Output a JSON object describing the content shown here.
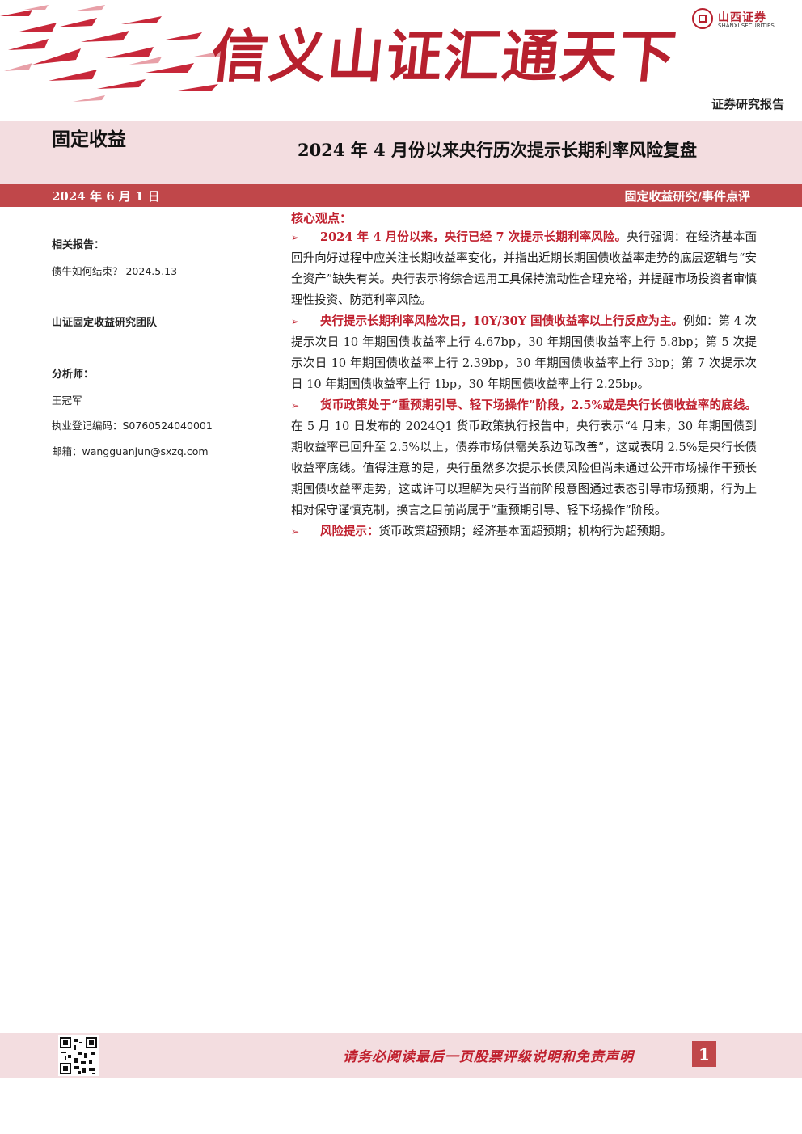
{
  "header": {
    "slogan": "信义山证汇通天下",
    "logo_cn": "山西证券",
    "logo_en": "SHANXI SECURITIES",
    "doc_type": "证券研究报告",
    "accent_color": "#b7202e"
  },
  "title_band": {
    "section": "固定收益",
    "report_title": "2024 年 4 月份以来央行历次提示长期利率风险复盘"
  },
  "date_bar": {
    "date": "2024 年 6 月 1 日",
    "category": "固定收益研究/事件点评",
    "color": "#c0474a"
  },
  "sidebar": {
    "related_label": "相关报告：",
    "related_report": "债牛如何结束？ 2024.5.13",
    "team": "山证固定收益研究团队",
    "analyst_label": "分析师：",
    "analyst_name": "王冠军",
    "license": "执业登记编码：S0760524040001",
    "email": "邮箱：wangguanjun@sxzq.com"
  },
  "main": {
    "heading": "核心观点：",
    "bullet_icon": "arrow-right-icon",
    "points": [
      {
        "highlight": "2024 年 4 月份以来，央行已经 7 次提示长期利率风险。",
        "body": "央行强调：在经济基本面回升向好过程中应关注长期收益率变化，并指出近期长期国债收益率走势的底层逻辑与“安全资产”缺失有关。央行表示将综合运用工具保持流动性合理充裕，并提醒市场投资者审慎理性投资、防范利率风险。"
      },
      {
        "highlight": "央行提示长期利率风险次日，10Y/30Y 国债收益率以上行反应为主。",
        "body": "例如：第 4 次提示次日 10 年期国债收益率上行 4.67bp，30 年期国债收益率上行 5.8bp；第 5 次提示次日 10 年期国债收益率上行 2.39bp，30 年期国债收益率上行 3bp；第 7 次提示次日 10 年期国债收益率上行 1bp，30 年期国债收益率上行 2.25bp。"
      },
      {
        "highlight": "货币政策处于“重预期引导、轻下场操作”阶段，2.5%或是央行长债收益率的底线。",
        "body": "在 5 月 10 日发布的 2024Q1 货币政策执行报告中，央行表示“4 月末，30 年期国债到期收益率已回升至 2.5%以上，债券市场供需关系边际改善”，这或表明 2.5%是央行长债收益率底线。值得注意的是，央行虽然多次提示长债风险但尚未通过公开市场操作干预长期国债收益率走势，这或许可以理解为央行当前阶段意图通过表态引导市场预期，行为上相对保守谨慎克制，换言之目前尚属于“重预期引导、轻下场操作”阶段。"
      },
      {
        "highlight": "风险提示：",
        "body": "货币政策超预期；经济基本面超预期；机构行为超预期。"
      }
    ]
  },
  "footer": {
    "disclaimer": "请务必阅读最后一页股票评级说明和免责声明",
    "page_number": "1"
  }
}
